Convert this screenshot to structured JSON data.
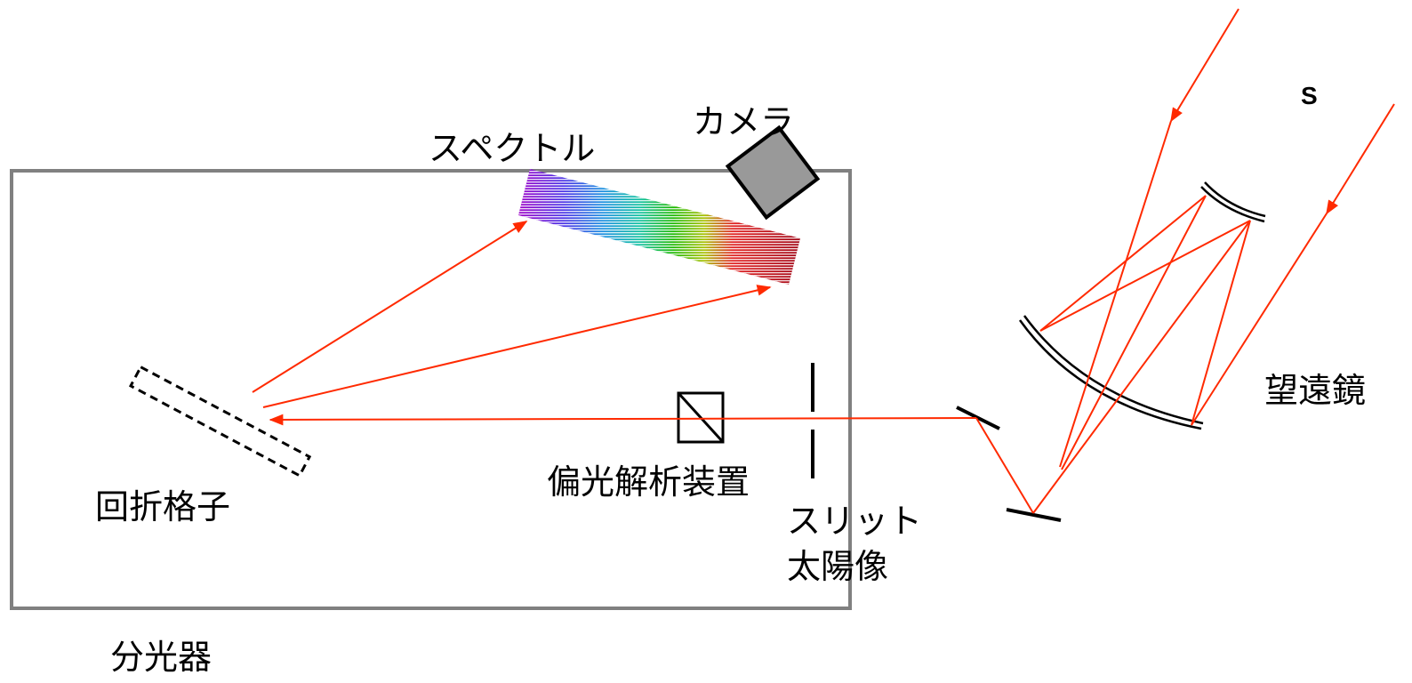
{
  "labels": {
    "spectrum": "スペクトル",
    "camera": "カメラ",
    "source": "S",
    "telescope": "望遠鏡",
    "grating": "回折格子",
    "polarimeter": "偏光解析装置",
    "slit": "スリット",
    "solar_image": "太陽像",
    "spectrograph": "分光器"
  },
  "colors": {
    "light_ray": "#ff2a00",
    "instrument_frame": "#808080",
    "camera_fill": "#999999",
    "outline": "#000000"
  }
}
